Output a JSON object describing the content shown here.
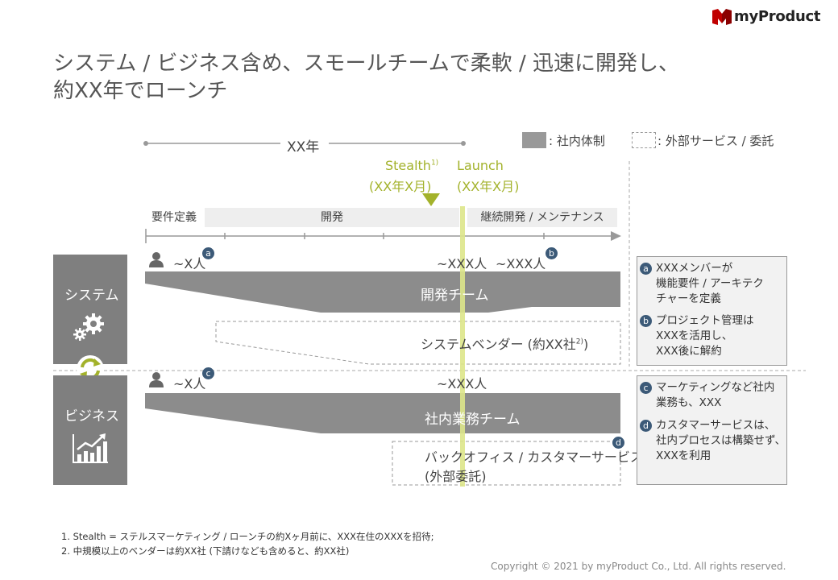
{
  "brand": {
    "name": "myProduct",
    "color_red": "#c00000"
  },
  "title": {
    "line1": "システム / ビジネス含め、スモールチームで柔軟 / 迅速に開発し、",
    "line2": "約XX年でローンチ"
  },
  "legend": {
    "internal": ": 社内体制",
    "external": ": 外部サービス / 委託"
  },
  "timeline": {
    "duration": "XX年",
    "stealth_label": "Stealth",
    "stealth_note": "1)",
    "stealth_date": "(XX年X月)",
    "launch_label": "Launch",
    "launch_date": "(XX年X月)",
    "phases": [
      "要件定義",
      "開発",
      "継続開発 / メンテナンス"
    ]
  },
  "system": {
    "label": "システム",
    "icon": "gears-icon",
    "count_start": "~X人",
    "count_start_badge": "a",
    "count_mid": "~XXX人",
    "count_end": "~XXX人",
    "count_end_badge": "b",
    "team": "開発チーム",
    "vendor_prefix": "システムベンダー (約XX社",
    "vendor_note": "2)",
    "vendor_suffix": ")"
  },
  "business": {
    "label": "ビジネス",
    "icon": "growth-chart-icon",
    "count_start": "~X人",
    "count_start_badge": "c",
    "count_mid": "~XXX人",
    "team": "社内業務チーム",
    "outsourced_line1": "バックオフィス / カスタマーサービス",
    "outsourced_line2": "(外部委託)",
    "outsourced_badge": "d"
  },
  "sync_icon": "sync-cycle-icon",
  "person_icon": "person-icon",
  "notes_system": [
    {
      "badge": "a",
      "lines": [
        "XXXメンバーが",
        "機能要件 / アーキテク",
        "チャーを定義"
      ]
    },
    {
      "badge": "b",
      "lines": [
        "プロジェクト管理は",
        "XXXを活用し、",
        "XXX後に解約"
      ]
    }
  ],
  "notes_business": [
    {
      "badge": "c",
      "lines": [
        "マーケティングなど社内",
        "業務も、XXX"
      ]
    },
    {
      "badge": "d",
      "lines": [
        "カスタマーサービスは、",
        "社内プロセスは構築せず、",
        "XXXを利用"
      ]
    }
  ],
  "footnotes": [
    "1. Stealth = ステルスマーケティング / ローンチの約Xヶ月前に、XXX在住のXXXを招待;",
    "2. 中規模以上のベンダーは約XX社 (下請けなども含めると、約XX社)"
  ],
  "copyright": "Copyright © 2021 by myProduct Co., Ltd.  All rights reserved.",
  "colors": {
    "accent_green": "#a3b22b",
    "launch_line": "#dde58a",
    "team_gray": "#8c8c8c",
    "box_gray": "#7f7f7f",
    "badge_blue": "#3c5a78"
  }
}
